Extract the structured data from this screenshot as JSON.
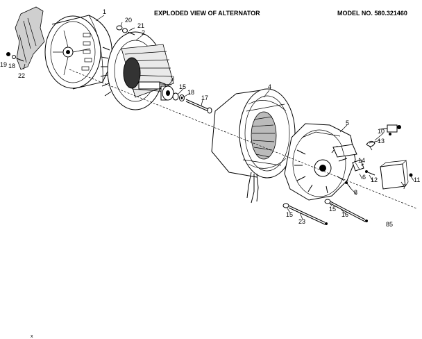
{
  "header": {
    "title": "EXPLODED VIEW OF ALTERNATOR",
    "model": "MODEL NO. 580.321460"
  },
  "callouts": [
    "1",
    "2",
    "3",
    "4",
    "5",
    "6",
    "7",
    "8",
    "10",
    "11",
    "12",
    "13",
    "14",
    "15",
    "15",
    "15",
    "16",
    "17",
    "18",
    "18",
    "19",
    "20",
    "21",
    "22",
    "23"
  ],
  "page_code": "85",
  "corner_mark": "x"
}
